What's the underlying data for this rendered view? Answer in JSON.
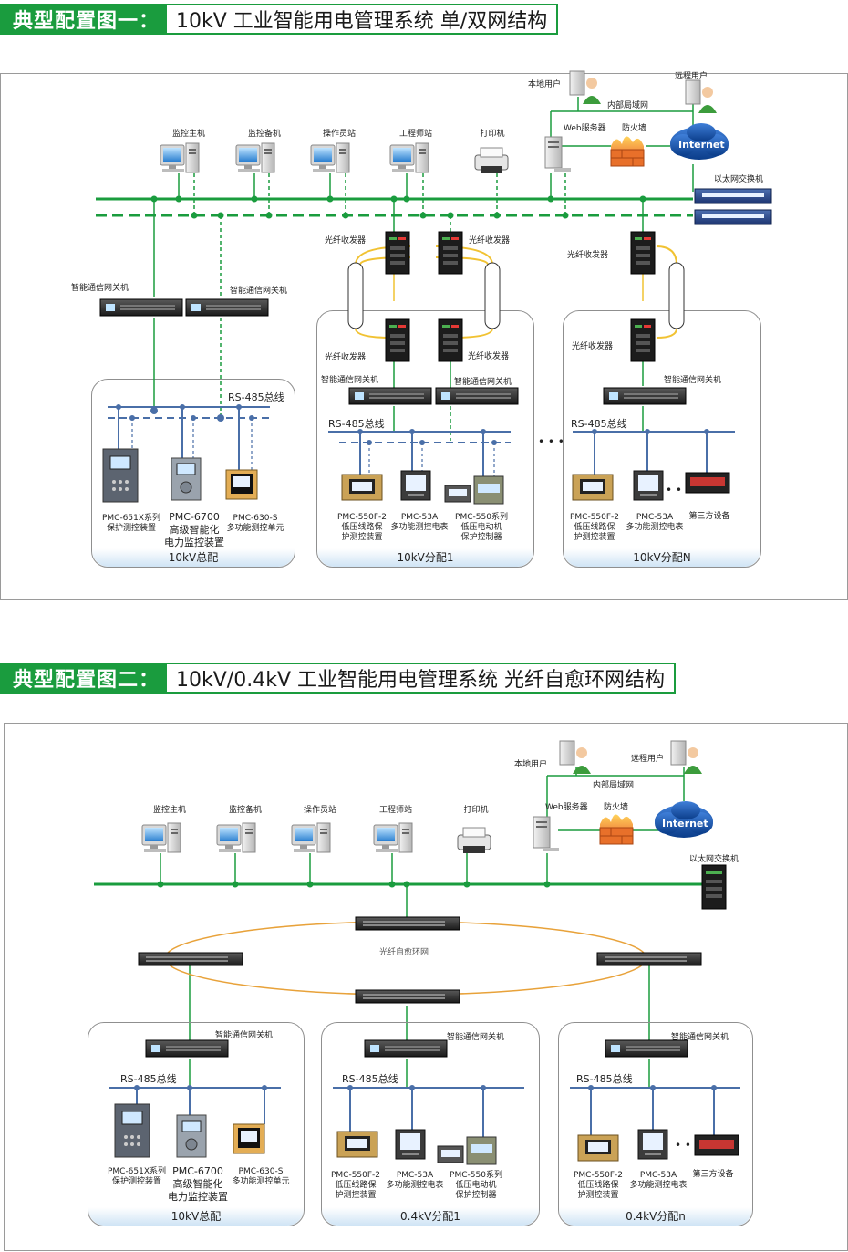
{
  "section1": {
    "title_lead": "典型配置图一：",
    "title_text": "10kV 工业智能用电管理系统   单/双网结构",
    "labels": {
      "local_user": "本地用户",
      "remote_user": "远程用户",
      "intranet": "内部局域网",
      "web_server": "Web服务器",
      "firewall": "防火墙",
      "internet": "Internet",
      "ethernet_switch": "以太网交换机",
      "monitor_host": "监控主机",
      "monitor_backup": "监控备机",
      "operator_station": "操作员站",
      "engineer_station": "工程师站",
      "printer": "打印机",
      "gateway_a": "智能通信网关机",
      "gateway_b": "智能通信网关机",
      "gateway_c": "智能通信网关机",
      "gateway_d": "智能通信网关机",
      "gateway_e": "智能通信网关机",
      "fiber_1": "光纤收发器",
      "fiber_2": "光纤收发器",
      "fiber_3": "光纤收发器",
      "fiber_4": "光纤收发器",
      "fiber_5": "光纤收发器",
      "fiber_6": "光纤收发器",
      "rs485_1": "RS-485总线",
      "rs485_2": "RS-485总线",
      "rs485_3": "RS-485总线",
      "ellipsis": "• • •"
    },
    "zones": [
      {
        "name": "10kV总配"
      },
      {
        "name": "10kV分配1"
      },
      {
        "name": "10kV分配N"
      }
    ],
    "devices": {
      "z1": [
        {
          "lines": [
            "PMC-651X系列",
            "保护测控装置"
          ]
        },
        {
          "lines": [
            "PMC-6700",
            "高级智能化",
            "电力监控装置"
          ]
        },
        {
          "lines": [
            "PMC-630-S",
            "多功能测控单元"
          ]
        }
      ],
      "z2": [
        {
          "lines": [
            "PMC-550F-2",
            "低压线路保",
            "护测控装置"
          ]
        },
        {
          "lines": [
            "PMC-53A",
            "多功能测控电表"
          ]
        },
        {
          "lines": [
            "PMC-550系列",
            "低压电动机",
            "保护控制器"
          ]
        }
      ],
      "z3": [
        {
          "lines": [
            "PMC-550F-2",
            "低压线路保",
            "护测控装置"
          ]
        },
        {
          "lines": [
            "PMC-53A",
            "多功能测控电表"
          ]
        },
        {
          "lines": [
            "第三方设备"
          ]
        }
      ]
    }
  },
  "section2": {
    "title_lead": "典型配置图二：",
    "title_text": "10kV/0.4kV 工业智能用电管理系统   光纤自愈环网结构",
    "labels": {
      "local_user": "本地用户",
      "remote_user": "远程用户",
      "intranet": "内部局域网",
      "web_server": "Web服务器",
      "firewall": "防火墙",
      "internet": "Internet",
      "ethernet_switch": "以太网交换机",
      "monitor_host": "监控主机",
      "monitor_backup": "监控备机",
      "operator_station": "操作员站",
      "engineer_station": "工程师站",
      "printer": "打印机",
      "ring": "光纤自愈环网",
      "gateway_a": "智能通信网关机",
      "gateway_b": "智能通信网关机",
      "gateway_c": "智能通信网关机",
      "rs485_1": "RS-485总线",
      "rs485_2": "RS-485总线",
      "rs485_3": "RS-485总线",
      "ellipsis": "• • •"
    },
    "zones": [
      {
        "name": "10kV总配"
      },
      {
        "name": "0.4kV分配1"
      },
      {
        "name": "0.4kV分配n"
      }
    ],
    "devices": {
      "z1": [
        {
          "lines": [
            "PMC-651X系列",
            "保护测控装置"
          ]
        },
        {
          "lines": [
            "PMC-6700",
            "高级智能化",
            "电力监控装置"
          ]
        },
        {
          "lines": [
            "PMC-630-S",
            "多功能测控单元"
          ]
        }
      ],
      "z2": [
        {
          "lines": [
            "PMC-550F-2",
            "低压线路保",
            "护测控装置"
          ]
        },
        {
          "lines": [
            "PMC-53A",
            "多功能测控电表"
          ]
        },
        {
          "lines": [
            "PMC-550系列",
            "低压电动机",
            "保护控制器"
          ]
        }
      ],
      "z3": [
        {
          "lines": [
            "PMC-550F-2",
            "低压线路保",
            "护测控装置"
          ]
        },
        {
          "lines": [
            "PMC-53A",
            "多功能测控电表"
          ]
        },
        {
          "lines": [
            "第三方设备"
          ]
        }
      ]
    }
  },
  "colors": {
    "green": "#1a9c3e",
    "blue_bus": "#4a6fa8",
    "ring": "#e8a23a",
    "fiber": "#f1c232"
  }
}
